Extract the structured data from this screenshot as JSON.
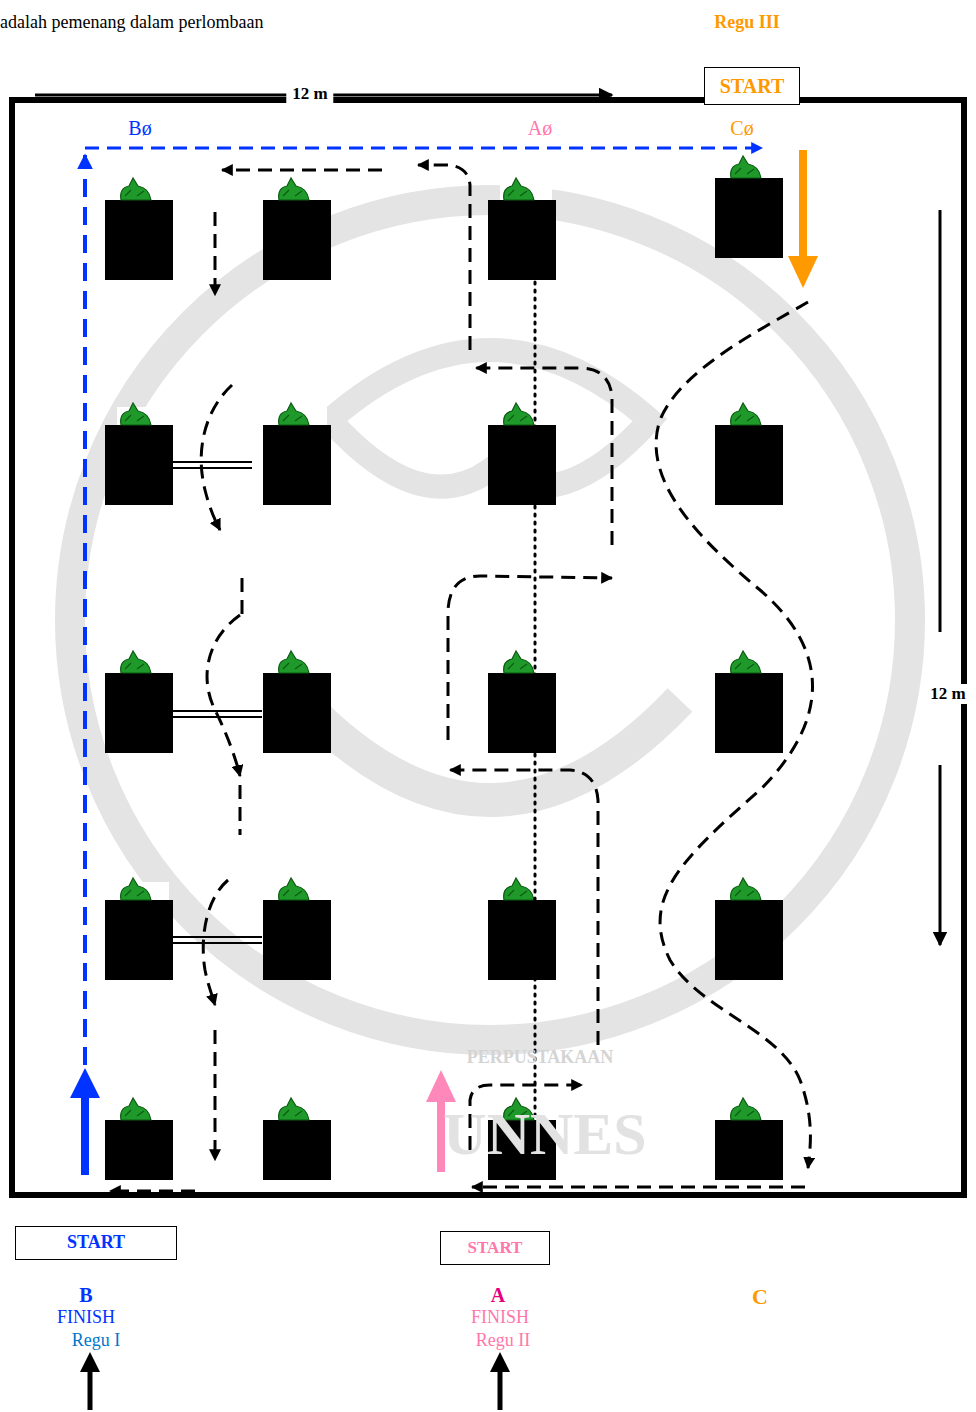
{
  "diagram": {
    "nodes": [
      {
        "text": [
          "START"
        ]
      },
      {
        "text": [
          "START"
        ]
      },
      {
        "text": [
          "START"
        ]
      }
    ],
    "labels": [
      "adalah pemenang dalam perlombaan",
      "Regu III",
      "12 m",
      "Bø",
      "Aø",
      "Cø",
      "12 m",
      "B",
      "FINISH",
      "Regu I",
      "A",
      "FINISH",
      "Regu II",
      "C",
      "PERPUSTAKAAN",
      "UNNES"
    ]
  }
}
